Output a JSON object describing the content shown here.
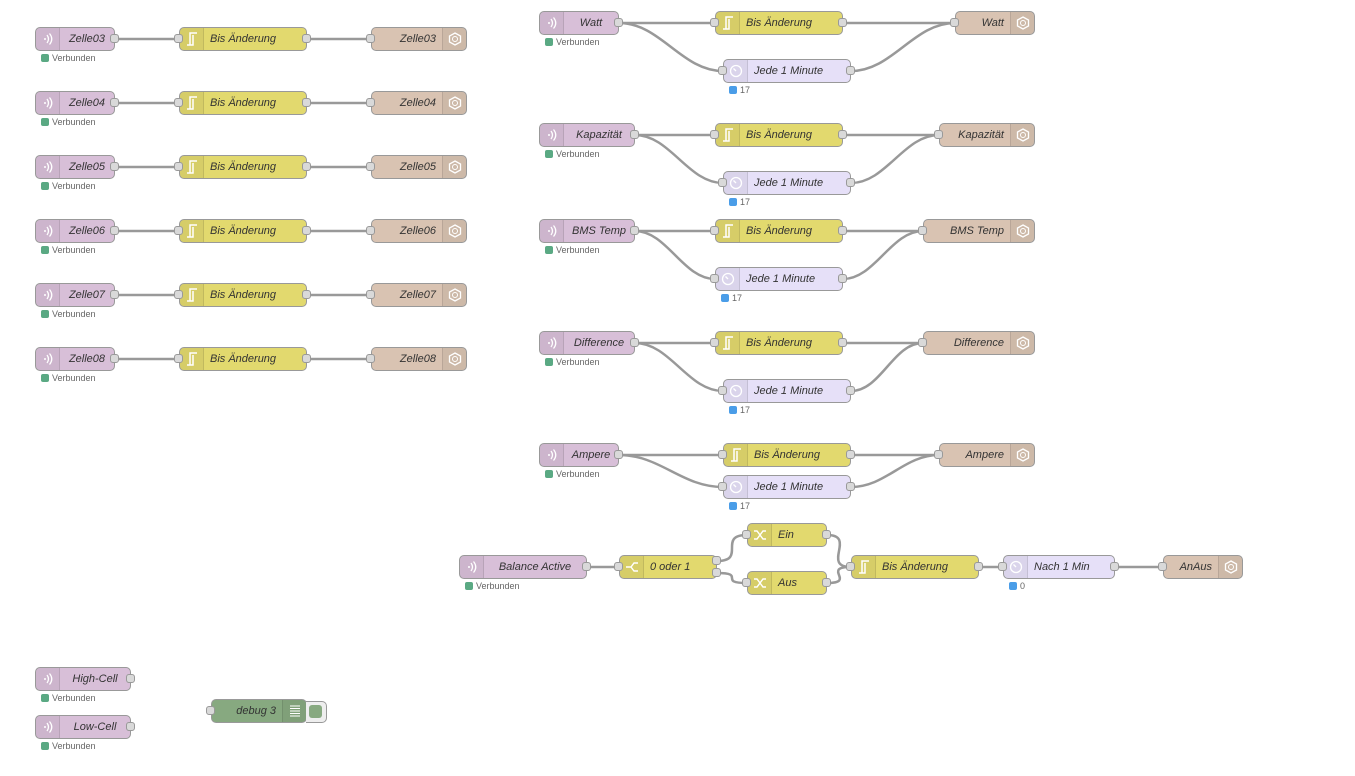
{
  "colors": {
    "connected": "#5aa983",
    "counter": "#4a9de8",
    "wire": "#999999"
  },
  "nodes": [
    {
      "type": "in",
      "label": "Zelle03",
      "status": "Verbunden"
    },
    {
      "type": "rbe",
      "label": "Bis Änderung"
    },
    {
      "type": "out",
      "label": "Zelle03"
    },
    {
      "type": "in",
      "label": "Zelle04",
      "status": "Verbunden"
    },
    {
      "type": "rbe",
      "label": "Bis Änderung"
    },
    {
      "type": "out",
      "label": "Zelle04"
    },
    {
      "type": "in",
      "label": "Zelle05",
      "status": "Verbunden"
    },
    {
      "type": "rbe",
      "label": "Bis Änderung"
    },
    {
      "type": "out",
      "label": "Zelle05"
    },
    {
      "type": "in",
      "label": "Zelle06",
      "status": "Verbunden"
    },
    {
      "type": "rbe",
      "label": "Bis Änderung"
    },
    {
      "type": "out",
      "label": "Zelle06"
    },
    {
      "type": "in",
      "label": "Zelle07",
      "status": "Verbunden"
    },
    {
      "type": "rbe",
      "label": "Bis Änderung"
    },
    {
      "type": "out",
      "label": "Zelle07"
    },
    {
      "type": "in",
      "label": "Zelle08",
      "status": "Verbunden"
    },
    {
      "type": "rbe",
      "label": "Bis Änderung"
    },
    {
      "type": "out",
      "label": "Zelle08"
    },
    {
      "type": "in",
      "label": "Watt",
      "status": "Verbunden"
    },
    {
      "type": "rbe",
      "label": "Bis Änderung"
    },
    {
      "type": "delay",
      "label": "Jede 1 Minute",
      "status": "17"
    },
    {
      "type": "out",
      "label": "Watt"
    },
    {
      "type": "in",
      "label": "Kapazität",
      "status": "Verbunden"
    },
    {
      "type": "rbe",
      "label": "Bis Änderung"
    },
    {
      "type": "delay",
      "label": "Jede 1 Minute",
      "status": "17"
    },
    {
      "type": "out",
      "label": "Kapazität"
    },
    {
      "type": "in",
      "label": "BMS Temp",
      "status": "Verbunden"
    },
    {
      "type": "rbe",
      "label": "Bis Änderung"
    },
    {
      "type": "delay",
      "label": "Jede 1 Minute",
      "status": "17"
    },
    {
      "type": "out",
      "label": "BMS Temp"
    },
    {
      "type": "in",
      "label": "Difference",
      "status": "Verbunden"
    },
    {
      "type": "rbe",
      "label": "Bis Änderung"
    },
    {
      "type": "delay",
      "label": "Jede 1 Minute",
      "status": "17"
    },
    {
      "type": "out",
      "label": "Difference"
    },
    {
      "type": "in",
      "label": "Ampere",
      "status": "Verbunden"
    },
    {
      "type": "rbe",
      "label": "Bis Änderung"
    },
    {
      "type": "delay",
      "label": "Jede 1 Minute",
      "status": "17"
    },
    {
      "type": "out",
      "label": "Ampere"
    },
    {
      "type": "in",
      "label": "Balance Active",
      "status": "Verbunden"
    },
    {
      "type": "switch",
      "label": "0 oder 1"
    },
    {
      "type": "change",
      "label": "Ein"
    },
    {
      "type": "change",
      "label": "Aus"
    },
    {
      "type": "rbe",
      "label": "Bis Änderung"
    },
    {
      "type": "delay",
      "label": "Nach 1 Min",
      "status": "0"
    },
    {
      "type": "out",
      "label": "AnAus"
    },
    {
      "type": "in",
      "label": "High-Cell",
      "status": "Verbunden"
    },
    {
      "type": "in",
      "label": "Low-Cell",
      "status": "Verbunden"
    },
    {
      "type": "debug",
      "label": "debug 3"
    }
  ],
  "wires": [
    [
      0,
      0,
      1
    ],
    [
      1,
      0,
      2
    ],
    [
      3,
      0,
      4
    ],
    [
      4,
      0,
      5
    ],
    [
      6,
      0,
      7
    ],
    [
      7,
      0,
      8
    ],
    [
      9,
      0,
      10
    ],
    [
      10,
      0,
      11
    ],
    [
      12,
      0,
      13
    ],
    [
      13,
      0,
      14
    ],
    [
      15,
      0,
      16
    ],
    [
      16,
      0,
      17
    ],
    [
      18,
      0,
      19
    ],
    [
      18,
      0,
      20
    ],
    [
      19,
      0,
      21
    ],
    [
      20,
      0,
      21
    ],
    [
      22,
      0,
      23
    ],
    [
      22,
      0,
      24
    ],
    [
      23,
      0,
      25
    ],
    [
      24,
      0,
      25
    ],
    [
      26,
      0,
      27
    ],
    [
      26,
      0,
      28
    ],
    [
      27,
      0,
      29
    ],
    [
      28,
      0,
      29
    ],
    [
      30,
      0,
      31
    ],
    [
      30,
      0,
      32
    ],
    [
      31,
      0,
      33
    ],
    [
      32,
      0,
      33
    ],
    [
      34,
      0,
      35
    ],
    [
      34,
      0,
      36
    ],
    [
      35,
      0,
      37
    ],
    [
      36,
      0,
      37
    ],
    [
      38,
      0,
      39
    ],
    [
      39,
      0,
      40
    ],
    [
      39,
      1,
      41
    ],
    [
      40,
      0,
      42
    ],
    [
      41,
      0,
      42
    ],
    [
      42,
      0,
      43
    ],
    [
      43,
      0,
      44
    ]
  ]
}
